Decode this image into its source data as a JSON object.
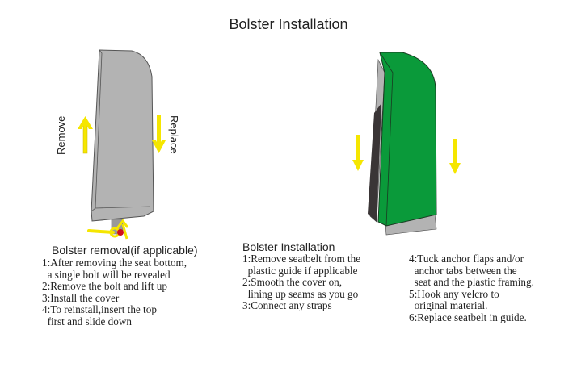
{
  "title": "Bolster Installation",
  "left_diagram": {
    "remove_label": "Remove",
    "replace_label": "Replace"
  },
  "removal": {
    "heading": "Bolster removal(if applicable)",
    "steps": [
      "1:After removing the seat bottom,",
      "  a single bolt will be revealed",
      "2:Remove the bolt and lift up",
      "3:Install the cover",
      "4:To reinstall,insert the top",
      "  first and slide down"
    ]
  },
  "installation": {
    "heading": "Bolster Installation",
    "steps_col1": [
      "1:Remove seatbelt from the",
      "  plastic guide if applicable",
      "2:Smooth the cover on,",
      "  lining up seams as you go",
      "3:Connect any straps"
    ],
    "steps_col2": [
      "4:Tuck anchor flaps and/or",
      "  anchor tabs between the",
      "  seat and the plastic framing.",
      "5:Hook any velcro to",
      "  original material.",
      "6:Replace seatbelt in guide."
    ]
  },
  "colors": {
    "cover": "#0a9a3a",
    "bolster": "#b3b3b3",
    "arrow": "#f5e600"
  }
}
